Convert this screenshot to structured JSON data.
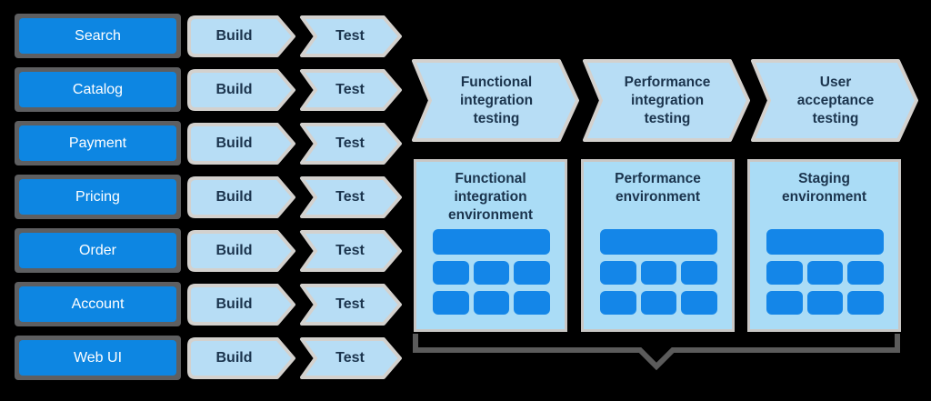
{
  "colors": {
    "canvas-bg": "#000000",
    "accent-blue": "#0d86e2",
    "tile-blue": "#1486e8",
    "light-blue": "#b7ddf5",
    "env-blue": "#aadcf6",
    "frame-gray": "#5e5f61",
    "chevron-border": "#d3d1ce",
    "env-border": "#c9c7c5",
    "brace-gray": "#5b5b5b",
    "text-navy": "#1b344d",
    "text-white": "#ffffff"
  },
  "services": [
    {
      "label": "Search",
      "build": "Build",
      "test": "Test"
    },
    {
      "label": "Catalog",
      "build": "Build",
      "test": "Test"
    },
    {
      "label": "Payment",
      "build": "Build",
      "test": "Test"
    },
    {
      "label": "Pricing",
      "build": "Build",
      "test": "Test"
    },
    {
      "label": "Order",
      "build": "Build",
      "test": "Test"
    },
    {
      "label": "Account",
      "build": "Build",
      "test": "Test"
    },
    {
      "label": "Web UI",
      "build": "Build",
      "test": "Test"
    }
  ],
  "stages": [
    {
      "label": "Functional integration testing"
    },
    {
      "label": "Performance integration testing"
    },
    {
      "label": "User acceptance testing"
    }
  ],
  "environments": [
    {
      "title": "Functional integration environment"
    },
    {
      "title": "Performance environment"
    },
    {
      "title": "Staging environment"
    }
  ]
}
